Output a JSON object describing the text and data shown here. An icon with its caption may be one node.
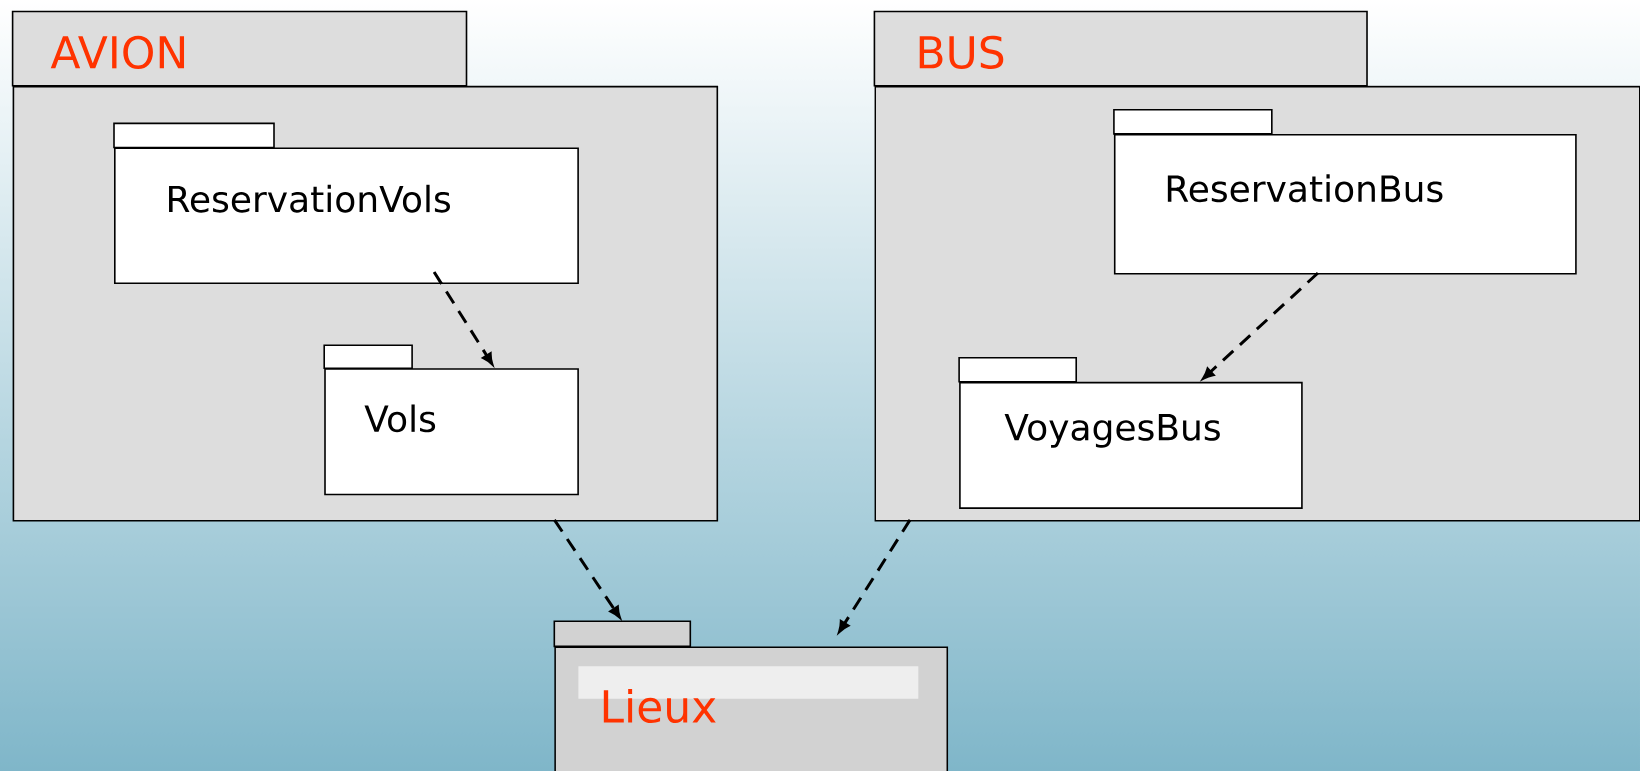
{
  "diagram": {
    "nodes": [
      {
        "text": [
          "AVION"
        ]
      },
      {
        "text": [
          "ReservationVols"
        ],
        "in": 0
      },
      {
        "text": [
          "Vols"
        ],
        "in": 0
      },
      {
        "text": [
          "BUS"
        ]
      },
      {
        "text": [
          "ReservationBus"
        ],
        "in": 3
      },
      {
        "text": [
          "VoyagesBus"
        ],
        "in": 3
      },
      {
        "text": [
          "Lieux"
        ]
      }
    ],
    "edges": [
      {
        "from": 1,
        "to": 2,
        "arrow": "to",
        "style": "dashed"
      },
      {
        "from": 4,
        "to": 5,
        "arrow": "to",
        "style": "dashed"
      },
      {
        "from": 0,
        "to": 6,
        "arrow": "to",
        "style": "dashed"
      },
      {
        "from": 3,
        "to": 6,
        "arrow": "to",
        "style": "dashed"
      }
    ]
  }
}
